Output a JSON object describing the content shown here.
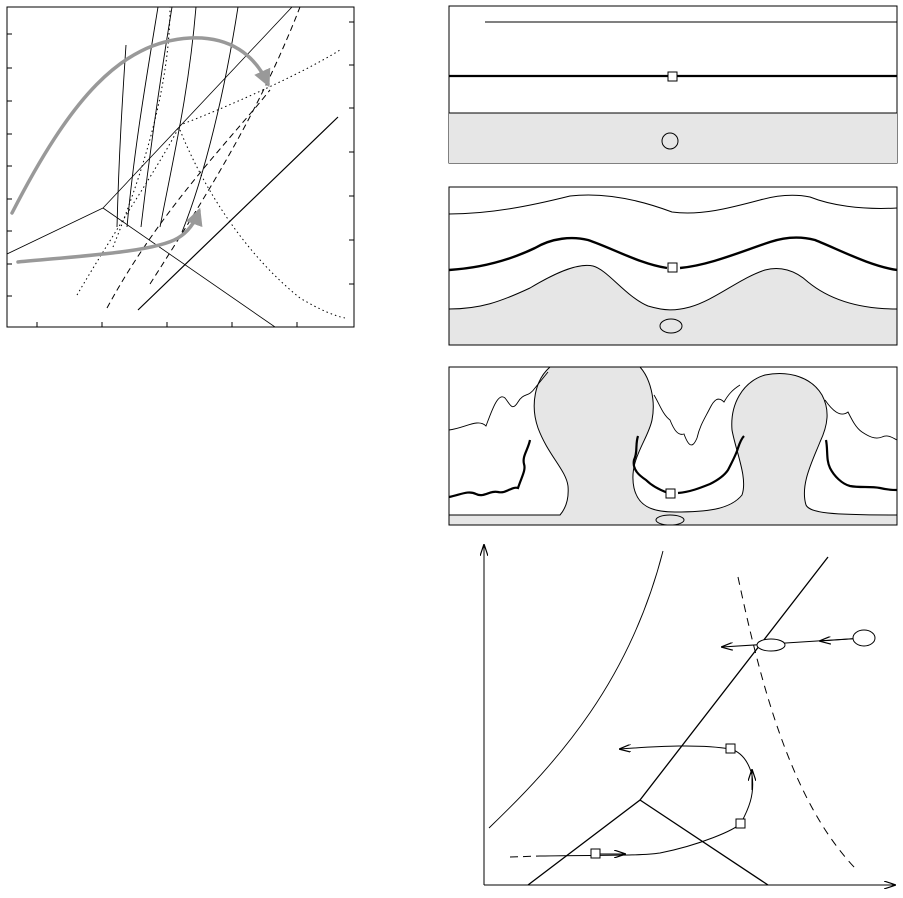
{
  "figure": {
    "panels": [
      {
        "id": "phase-diagram",
        "tick_marks": "yes"
      },
      {
        "id": "interface-flat"
      },
      {
        "id": "interface-wavy"
      },
      {
        "id": "interface-fingered"
      },
      {
        "id": "trajectory-diagram"
      }
    ],
    "colors": {
      "ink": "#000000",
      "solid_fill": "#e6e6e6",
      "arrow_gray": "#999999",
      "background": "#ffffff"
    }
  }
}
